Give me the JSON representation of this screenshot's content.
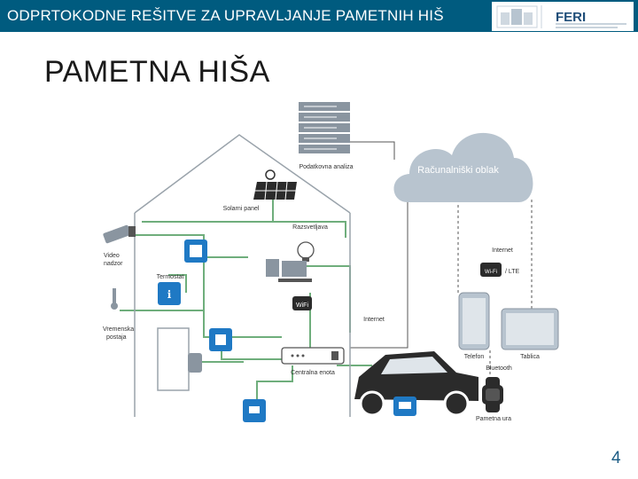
{
  "header": {
    "title": "ODPRTOKODNE REŠITVE ZA UPRAVLJANJE PAMETNIH HIŠ",
    "logo_text": "FERI"
  },
  "slide": {
    "title": "PAMETNA HIŠA",
    "page_number": "4"
  },
  "diagram": {
    "cloud_label": "Računalniški oblak",
    "server_label": "Podatkovna analiza",
    "solar_label": "Solarni panel",
    "lighting_label": "Razsvetljava",
    "camera_label_1": "Video",
    "camera_label_2": "nadzor",
    "thermostat_label": "Termostat",
    "weather_label_1": "Vremenska",
    "weather_label_2": "postaja",
    "internet_label": "Internet",
    "central_label": "Centralna enota",
    "internet_top_label": "Internet",
    "lte_label": "/ LTE",
    "wifi_label": "Wi-Fi",
    "phone_label": "Telefon",
    "tablet_label": "Tablica",
    "bluetooth_label": "Bluetooth",
    "watch_label": "Pametna ura"
  },
  "colors": {
    "header_bg": "#005b7f",
    "link_green": "#6fae7c",
    "chip_blue": "#1f79c4",
    "cloud_fill": "#b8c4cf",
    "dark_device": "#2c3e50"
  }
}
